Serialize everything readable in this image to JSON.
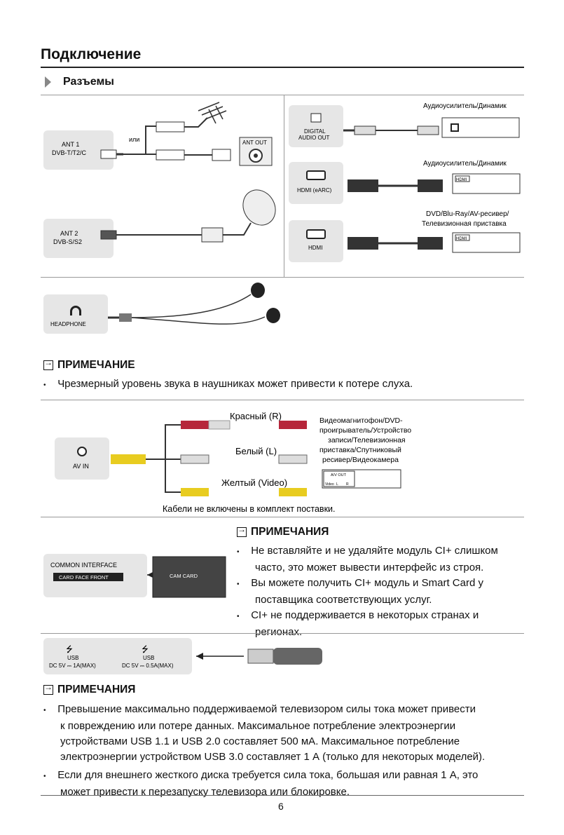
{
  "page": {
    "title": "Подключение",
    "section": "Разъемы",
    "page_number": "6"
  },
  "connectors": {
    "ant1_line1": "ANT 1",
    "ant1_line2": "DVB-T/T2/C",
    "or_label": "или",
    "ant_out": "ANT OUT",
    "ant2_line1": "ANT 2",
    "ant2_line2": "DVB-S/S2",
    "digital_audio_line1": "DIGITAL",
    "digital_audio_line2": "AUDIO OUT",
    "hdmi_earc": "HDMI (eARC)",
    "hdmi": "HDMI",
    "device_audio1": "Аудиоусилитель/Динамик",
    "device_audio2": "Аудиоусилитель/Динамик",
    "device_dvd_line1": "DVD/Blu-Ray/AV-ресивер/",
    "device_dvd_line2": "Телевизионная приставка",
    "box_hdmi_label": "HDMI",
    "headphone": "HEADPHONE"
  },
  "note1": {
    "heading": "ПРИМЕЧАНИЕ",
    "items": [
      "Чрезмерный уровень звука в наушниках может привести к потере слуха."
    ]
  },
  "av": {
    "av_in": "AV IN",
    "red": "Красный (R)",
    "white": "Белый (L)",
    "yellow": "Желтый (Video)",
    "device_lines": [
      "Видеомагнитофон/DVD-",
      "проигрыватель/Устройство",
      "записи/Телевизионная",
      "приставка/Спутниковый",
      "ресивер/Видеокамера"
    ],
    "av_out": "A/V OUT",
    "port_video": "Video",
    "port_l": "L",
    "port_r": "R",
    "cable_note": "Кабели не включены в комплект поставки."
  },
  "ci": {
    "common_interface": "COMMON INTERFACE",
    "card_face_front": "CARD FACE FRONT",
    "cam_card": "CAM CARD",
    "heading": "ПРИМЕЧАНИЯ",
    "items": [
      [
        "Не вставляйте и не удаляйте модуль CI+ слишком",
        "часто, это может вывести интерфейс из строя."
      ],
      [
        "Вы можете получить CI+ модуль и Smart Card у",
        "поставщика соответствующих услуг."
      ],
      [
        "CI+ не поддерживается в некоторых странах и",
        "регионах."
      ]
    ]
  },
  "usb": {
    "usb1_label": "USB",
    "usb1_spec": "DC 5V ⎓ 1A(MAX)",
    "usb2_label": "USB",
    "usb2_spec": "DC 5V ⎓ 0.5A(MAX)",
    "heading": "ПРИМЕЧАНИЯ",
    "items": [
      [
        "Превышение максимально поддерживаемой телевизором силы тока может привести",
        "к повреждению или потере данных. Максимальное потребление электроэнергии",
        "устройствами USB 1.1 и USB 2.0 составляет 500 мА. Максимальное потребление",
        "электроэнергии устройством USB 3.0 составляет 1 А (только для некоторых моделей)."
      ],
      [
        "Если для внешнего жесткого диска требуется сила тока, большая или равная 1 А, это",
        "может привести к перезапуску телевизора или блокировке."
      ]
    ]
  }
}
